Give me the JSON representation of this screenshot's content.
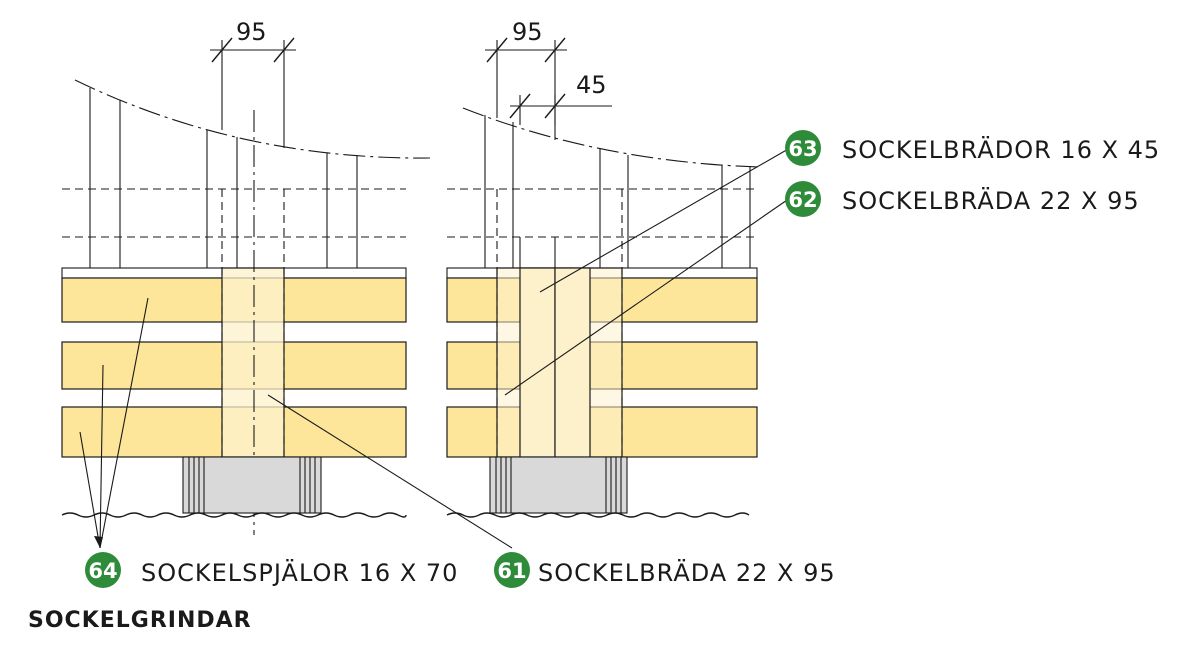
{
  "title": "SOCKELGRINDAR",
  "dimensions": {
    "left_width": "95",
    "right_width": "95",
    "right_small": "45"
  },
  "callouts": [
    {
      "number": "63",
      "label": "SOCKELBRÄDOR 16 X 45"
    },
    {
      "number": "62",
      "label": "SOCKELBRÄDA 22 X 95"
    },
    {
      "number": "64",
      "label": "SOCKELSPJÄLOR 16 X 70"
    },
    {
      "number": "61",
      "label": "SOCKELBRÄDA 22 X 95"
    }
  ],
  "colors": {
    "badge": "#2e8b3a",
    "board": "#fde69a",
    "slat": "#fdf1cc",
    "footing": "#d9d9d9"
  }
}
